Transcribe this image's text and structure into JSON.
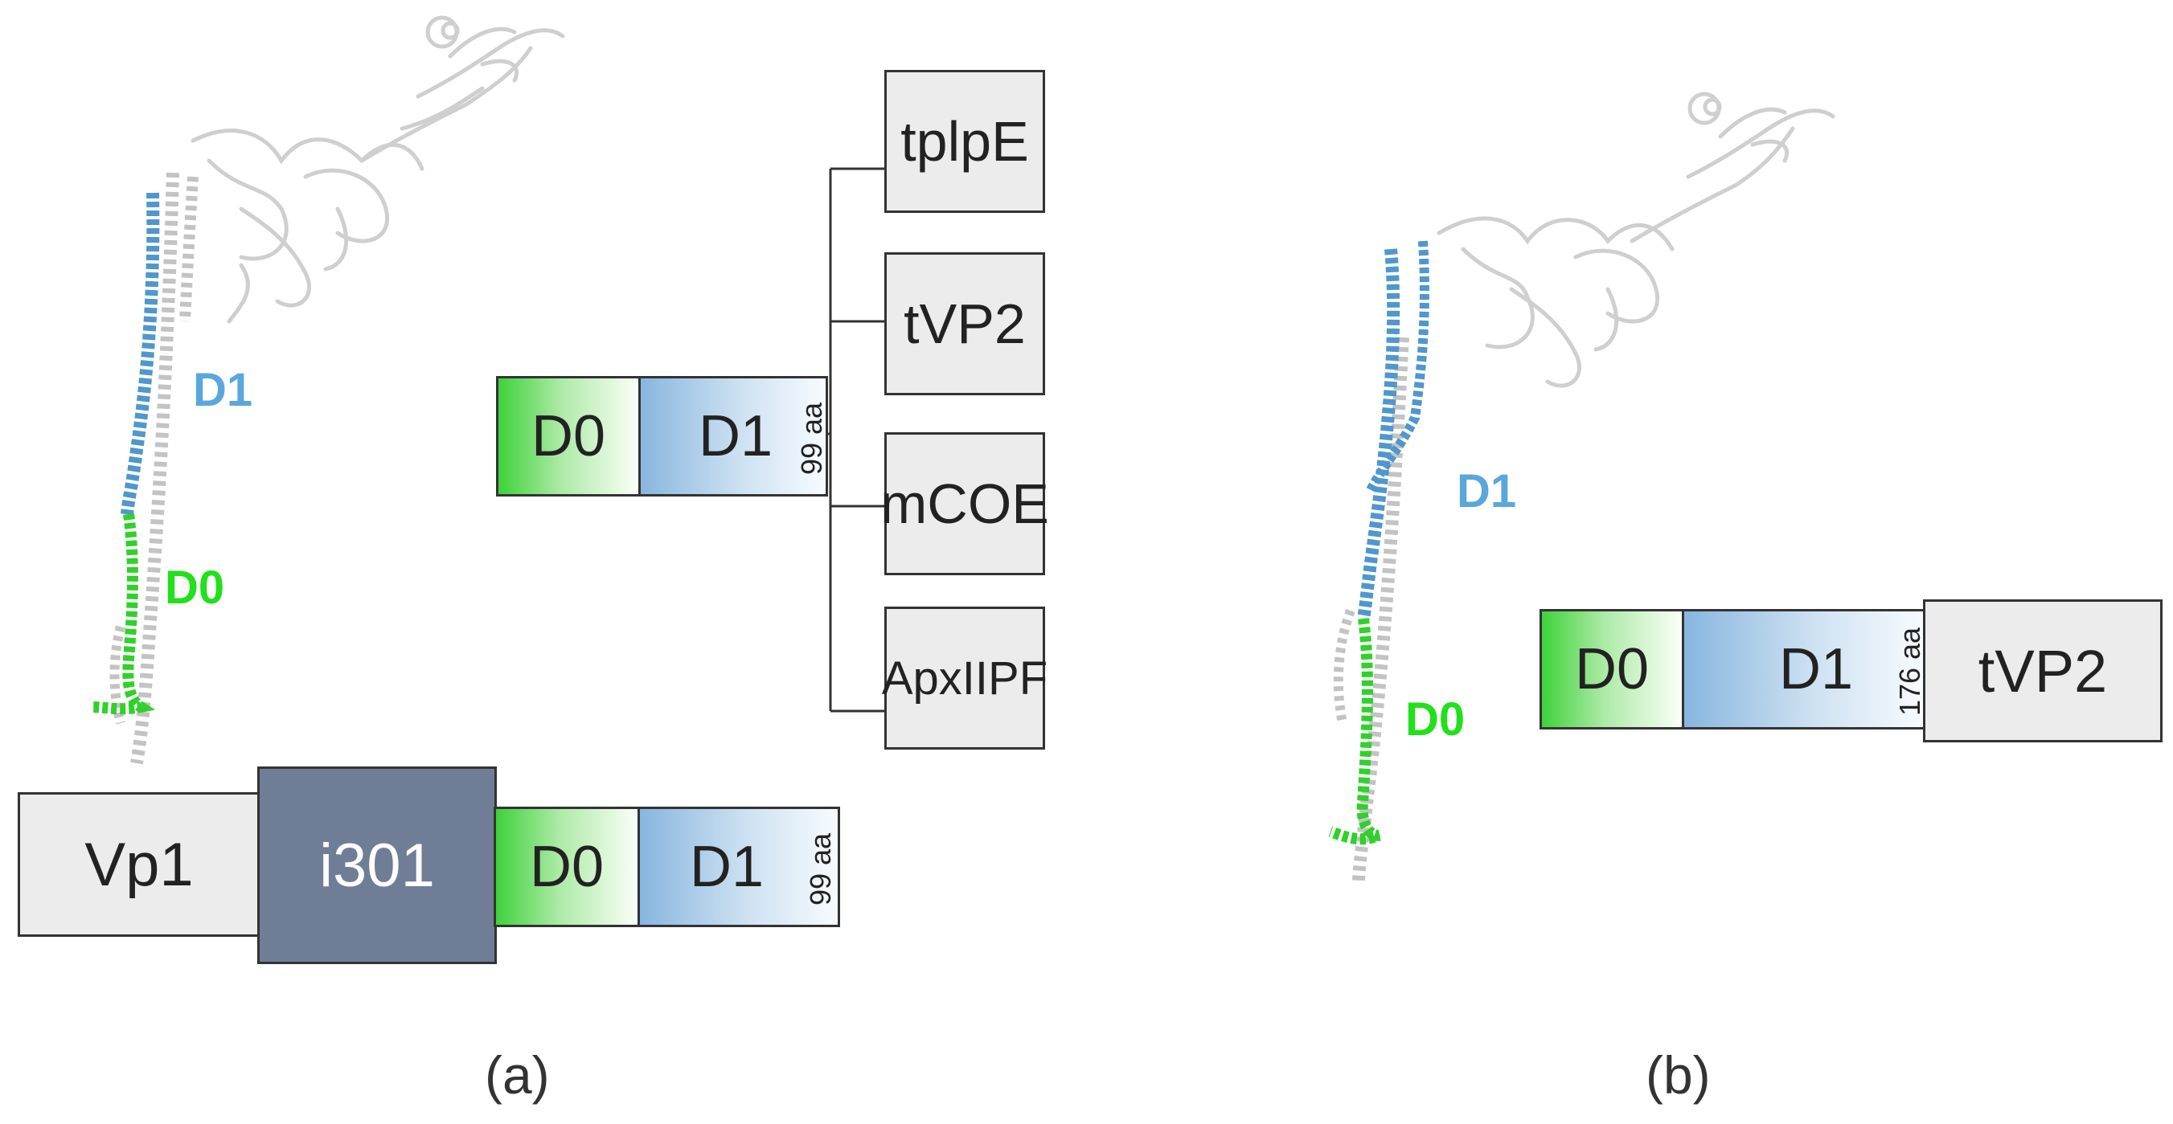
{
  "colors": {
    "d0_label": "#22e01b",
    "d1_label": "#5aa7dc",
    "i301_fill": "#6f7e96",
    "box_fill": "#ececec",
    "border": "#333333"
  },
  "panel_a": {
    "caption": "(a)",
    "structure_labels": {
      "d1": "D1",
      "d0": "D0"
    },
    "branch_construct": {
      "d0": "D0",
      "d1": "D1",
      "length": "99 aa"
    },
    "branches": [
      "tplpE",
      "tVP2",
      "mCOE",
      "ApxIIPF"
    ],
    "bottom_construct": {
      "vp1": "Vp1",
      "i301": "i301",
      "d0": "D0",
      "d1": "D1",
      "length": "99 aa"
    }
  },
  "panel_b": {
    "caption": "(b)",
    "structure_labels": {
      "d1": "D1",
      "d0": "D0"
    },
    "construct": {
      "d0": "D0",
      "d1": "D1",
      "length": "176 aa",
      "partner": "tVP2"
    }
  }
}
